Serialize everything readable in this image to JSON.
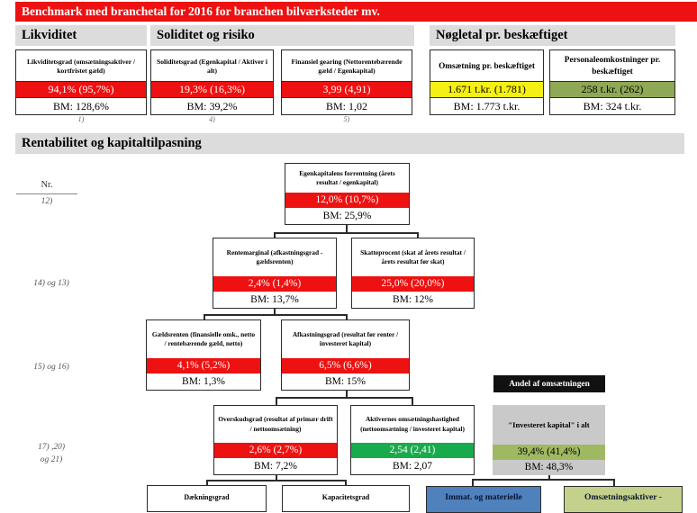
{
  "banner": {
    "title": "Benchmark med branchetal for 2016 for branchen bilværksteder mv."
  },
  "sections": {
    "likviditet": "Likviditet",
    "soliditet": "Soliditet og risiko",
    "noegletal": "Nøgletal pr. beskæftiget",
    "rentabilitet": "Rentabilitet og kapitaltilpasning"
  },
  "kpis": [
    {
      "title": "Likviditetsgrad (omsætningsaktiver / kortfristet gæld)",
      "value": "94,1% (95,7%)",
      "bm": "BM: 128,6%",
      "color": "red",
      "footnote": "1)"
    },
    {
      "title": "Soliditetsgrad (Egenkapital / Aktiver i alt)",
      "value": "19,3% (16,3%)",
      "bm": "BM: 39,2%",
      "color": "red",
      "footnote": "4)"
    },
    {
      "title": "Finansiel gearing (Nettorentebærende gæld / Egenkapital)",
      "value": "3,99 (4,91)",
      "bm": "BM: 1,02",
      "color": "red",
      "footnote": "5)"
    },
    {
      "title": "Omsætning pr. beskæftiget",
      "value": "1.671 t.kr. (1.781)",
      "bm": "BM: 1.773 t.kr.",
      "color": "yellow",
      "footnote": ""
    },
    {
      "title": "Personaleomkostninger pr. beskæftiget",
      "value": "258 t.kr. (262)",
      "bm": "BM: 324 t.kr.",
      "color": "olive",
      "footnote": ""
    }
  ],
  "nr_column": {
    "header": "Nr.",
    "labels": [
      "12)",
      "14) og 13)",
      "15) og 16)",
      "17) ,20)",
      "og 21)"
    ]
  },
  "tree": {
    "roe": {
      "title": "Egenkapitalens forrentning (årets resultat / egenkapital)",
      "value": "12,0% (10,7%)",
      "bm": "BM: 25,9%",
      "color": "red"
    },
    "rentemarginal": {
      "title": "Rentemarginal (afkastningsgrad - gældsrenten)",
      "value": "2,4% (1,4%)",
      "bm": "BM: 13,7%",
      "color": "red"
    },
    "skatteprocent": {
      "title": "Skatteprocent (skat af årets resultat / årets resultat før skat)",
      "value": "25,0% (20,0%)",
      "bm": "BM: 12%",
      "color": "red"
    },
    "gaeldsrenten": {
      "title": "Gældsrenten (finansielle omk., netto / rentebærende gæld, netto)",
      "value": "4,1% (5,2%)",
      "bm": "BM: 1,3%",
      "color": "red"
    },
    "afkastningsgrad": {
      "title": "Afkastningsgrad (resultat før renter / investeret kapital)",
      "value": "6,5% (6,6%)",
      "bm": "BM: 15%",
      "color": "red"
    },
    "overskudsgrad": {
      "title": "Overskudsgrad (resultat af primær drift / nettoomsætning)",
      "value": "2,6% (2,7%)",
      "bm": "BM: 7,2%",
      "color": "red"
    },
    "omsaetningshastighed": {
      "title": "Aktivernes omsætningshastighed (nettoomsætning / investeret kapital)",
      "value": "2,54 (2,41)",
      "bm": "BM: 2,07",
      "color": "green"
    },
    "andel_header": "Andel af omsætningen",
    "investeret_kapital": {
      "title": "\"Investeret kapital\" i alt",
      "value": "39,4% (41,4%)",
      "bm": "BM: 48,3%",
      "color": "olive"
    },
    "bottom_row": [
      {
        "title": "Dækningsgrad",
        "style": "plain"
      },
      {
        "title": "Kapacitetsgrad",
        "style": "plain"
      },
      {
        "title": "Immat. og materielle",
        "style": "blue"
      },
      {
        "title": "Omsætningsaktiver -",
        "style": "olive"
      }
    ]
  },
  "colors": {
    "banner_red": "#ee1111",
    "value_red": "#ee1111",
    "value_green": "#18ab4c",
    "value_yellow": "#f5f014",
    "value_olive": "#8fa855",
    "section_gray": "#dcdcdc",
    "node_gray": "#c9c9c9",
    "blue": "#4f81bd",
    "olive_box": "#c3d18c",
    "black": "#111111"
  }
}
